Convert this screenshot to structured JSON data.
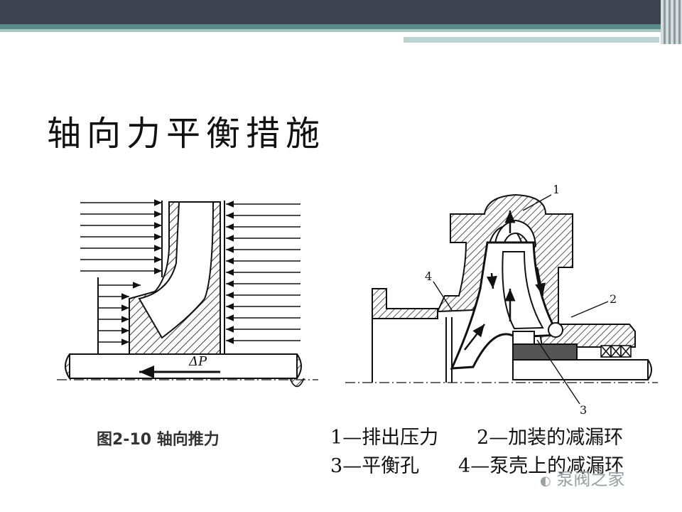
{
  "slide": {
    "title": "轴向力平衡措施",
    "figure_caption": "图2-10  轴向推力"
  },
  "figure_left": {
    "force_label": "ΔP"
  },
  "figure_right": {
    "callouts": [
      "1",
      "2",
      "3",
      "4"
    ]
  },
  "legend": {
    "items": [
      {
        "num": "1",
        "text": "—排出压力"
      },
      {
        "num": "2",
        "text": "—加装的减漏环"
      },
      {
        "num": "3",
        "text": "—平衡孔"
      },
      {
        "num": "4",
        "text": "—泵壳上的减漏环"
      }
    ]
  },
  "watermark": {
    "text": "泵阀之家"
  },
  "colors": {
    "top_bar": "#3e4150",
    "accent_teal": "#5a8a8a"
  }
}
